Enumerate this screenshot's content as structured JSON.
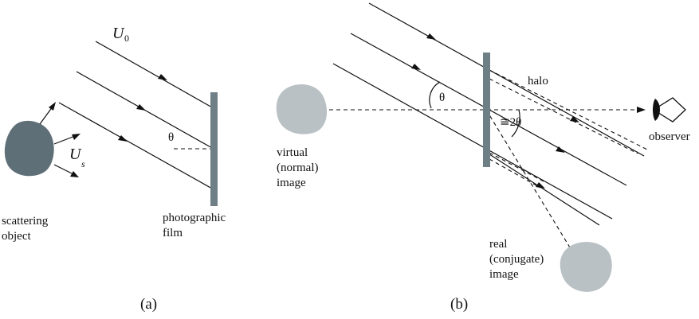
{
  "panel_a": {
    "wave_reference": "U",
    "wave_reference_sub": "0",
    "wave_scattered": "U",
    "wave_scattered_sub": "s",
    "angle": "θ",
    "object_label_1": "scattering",
    "object_label_2": "object",
    "film_label_1": "photographic",
    "film_label_2": "film",
    "caption": "(a)"
  },
  "panel_b": {
    "halo": "halo",
    "angle": "θ",
    "angle_double": "≅2θ",
    "observer": "observer",
    "virtual_1": "virtual",
    "virtual_2": "(normal)",
    "virtual_3": "image",
    "real_1": "real",
    "real_2": "(conjugate)",
    "real_3": "image",
    "caption": "(b)"
  },
  "colors": {
    "film": "#6f7f86",
    "object_dark": "#5f6f78",
    "image_light": "#b9c1c4"
  }
}
